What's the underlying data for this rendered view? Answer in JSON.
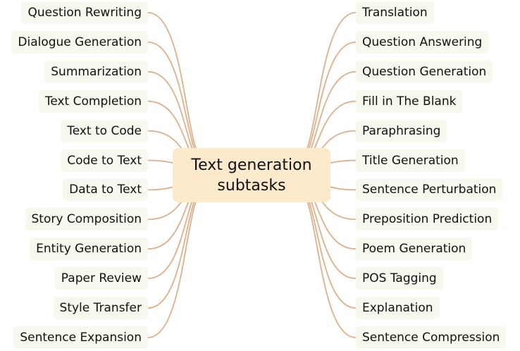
{
  "center": {
    "line1": "Text generation",
    "line2": "subtasks"
  },
  "left_nodes": [
    "Question Rewriting",
    "Dialogue Generation",
    "Summarization",
    "Text Completion",
    "Text to Code",
    "Code to Text",
    "Data to Text",
    "Story Composition",
    "Entity Generation",
    "Paper Review",
    "Style Transfer",
    "Sentence Expansion"
  ],
  "right_nodes": [
    "Translation",
    "Question Answering",
    "Question Generation",
    "Fill in The Blank",
    "Paraphrasing",
    "Title Generation",
    "Sentence Perturbation",
    "Preposition Prediction",
    "Poem Generation",
    "POS Tagging",
    "Explanation",
    "Sentence Compression"
  ],
  "colors": {
    "connector": "#dcb08c",
    "node_fill": "#f8f8ee",
    "center_fill": "#fde9cc"
  }
}
